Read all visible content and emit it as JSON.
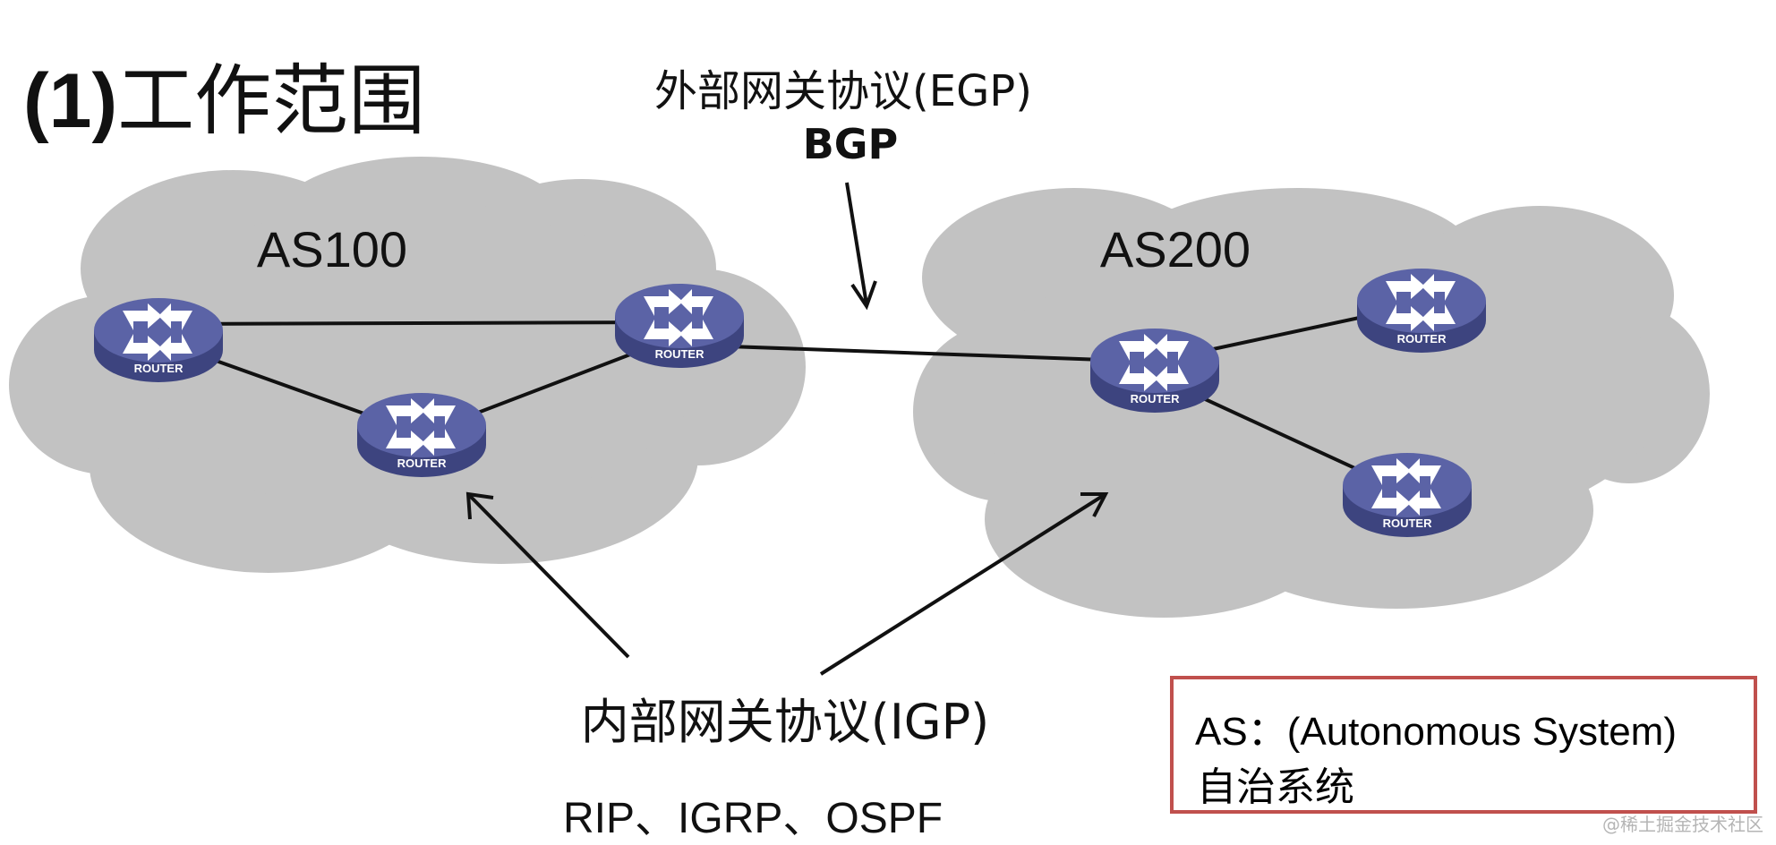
{
  "title": {
    "number": "(1)",
    "text": "工作范围"
  },
  "egp": {
    "label": "外部网关协议(EGP)",
    "protocol": "BGP"
  },
  "clouds": [
    {
      "label": "AS100"
    },
    {
      "label": "AS200"
    }
  ],
  "router_label": "ROUTER",
  "igp": {
    "label": "内部网关协议(IGP)",
    "protocols": "RIP、IGRP、OSPF"
  },
  "legend": {
    "line1": "AS：(Autonomous System)",
    "line2": "自治系统",
    "border_color": "#c0504d"
  },
  "watermark": "@稀土掘金技术社区",
  "colors": {
    "cloud": "#c2c2c2",
    "router": "#5b63a6"
  }
}
